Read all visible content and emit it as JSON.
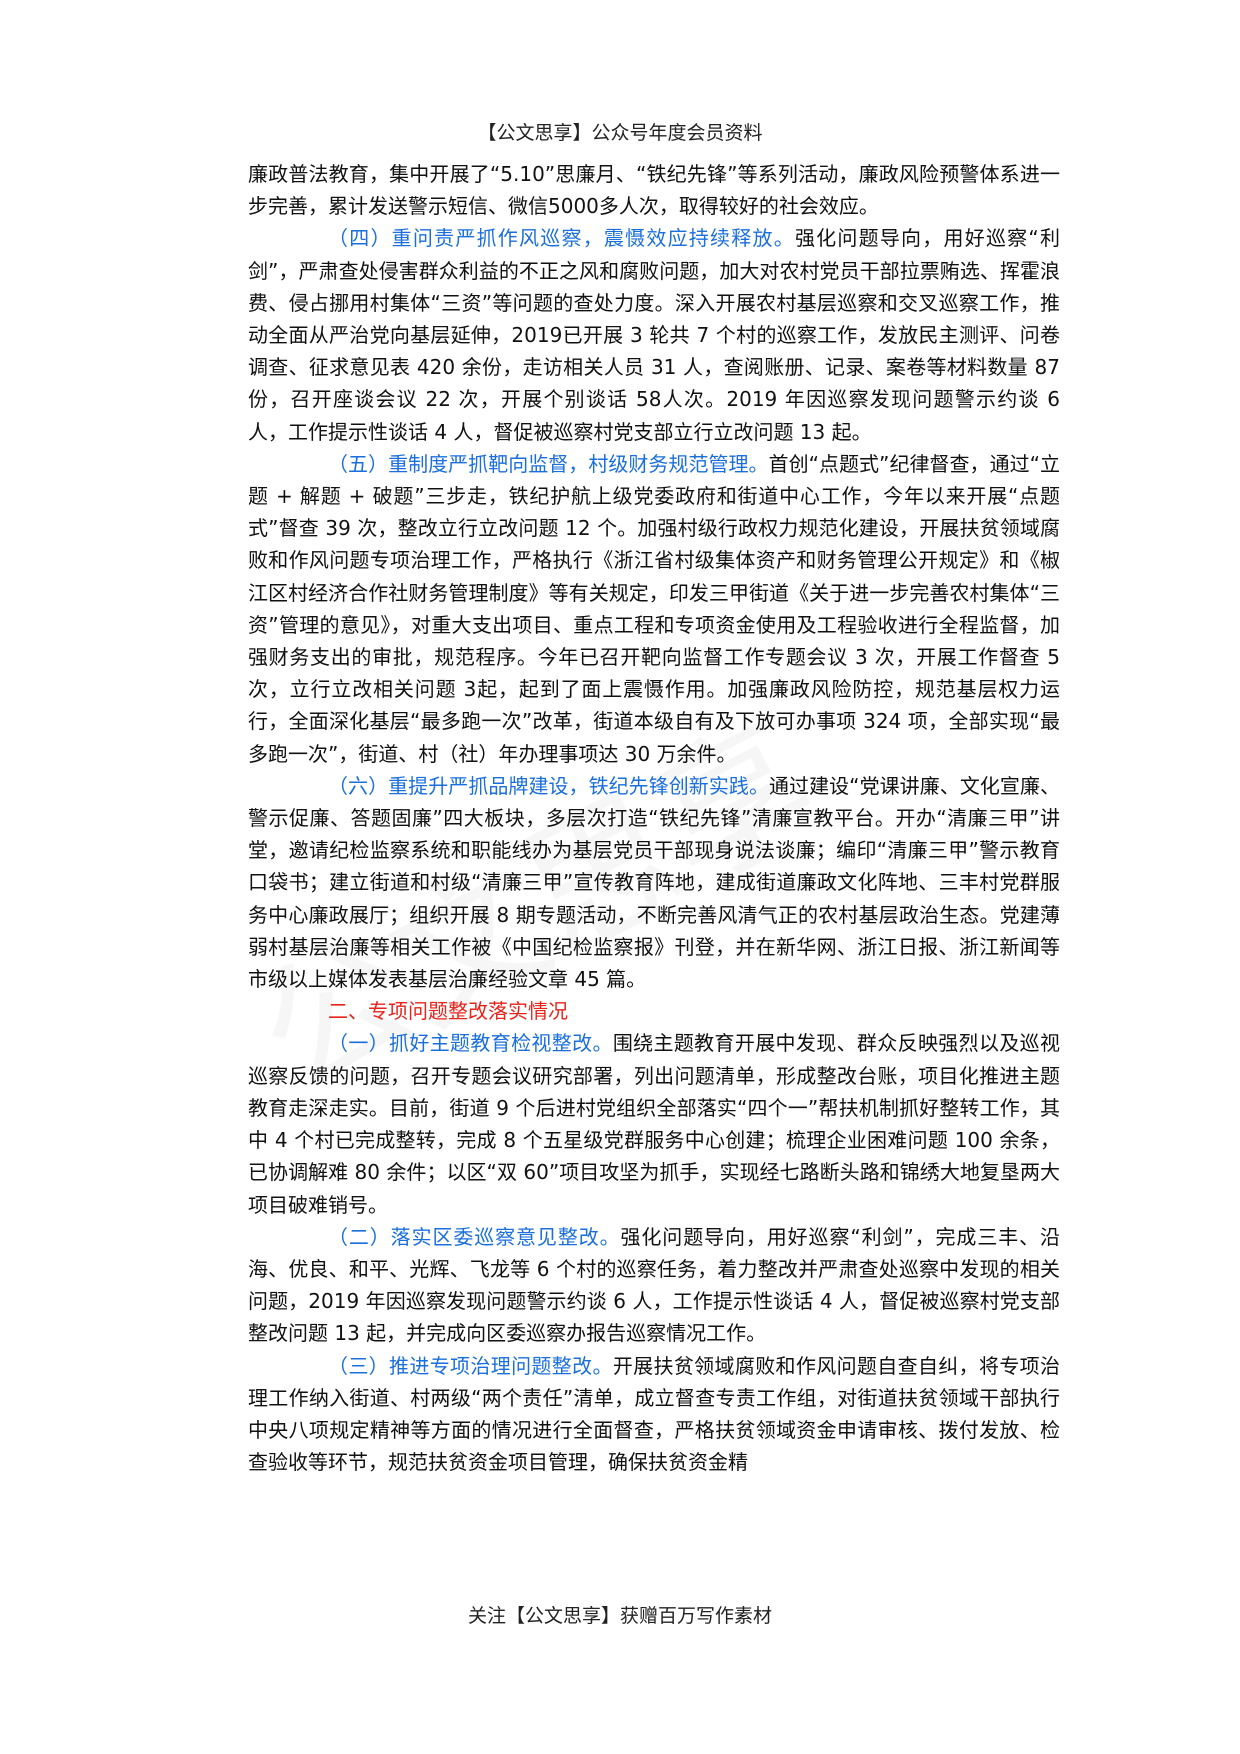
{
  "header": {
    "text": "【公文思享】公众号年度会员资料"
  },
  "watermark": {
    "text": "公文思享"
  },
  "paragraphs": [
    {
      "heading": "",
      "body": "廉政普法教育，集中开展了“5.10”思廉月、“铁纪先锋”等系列活动，廉政风险预警体系进一步完善，累计发送警示短信、微信5000多人次，取得较好的社会效应。"
    },
    {
      "heading": "（四）重问责严抓作风巡察，震慑效应持续释放。",
      "body": "强化问题导向，用好巡察“利剑”，严肃查处侵害群众利益的不正之风和腐败问题，加大对农村党员干部拉票贿选、挥霍浪费、侵占挪用村集体“三资”等问题的查处力度。深入开展农村基层巡察和交叉巡察工作，推动全面从严治党向基层延伸，2019已开展 3 轮共 7 个村的巡察工作，发放民主测评、问卷调查、征求意见表 420 余份，走访相关人员 31 人，查阅账册、记录、案卷等材料数量 87 份，召开座谈会议 22 次，开展个别谈话 58人次。2019 年因巡察发现问题警示约谈 6 人，工作提示性谈话 4 人，督促被巡察村党支部立行立改问题 13 起。"
    },
    {
      "heading": "（五）重制度严抓靶向监督，村级财务规范管理。",
      "body": "首创“点题式”纪律督查，通过“立题 + 解题 + 破题”三步走，铁纪护航上级党委政府和街道中心工作，今年以来开展“点题式”督查 39 次，整改立行立改问题 12 个。加强村级行政权力规范化建设，开展扶贫领域腐败和作风问题专项治理工作，严格执行《浙江省村级集体资产和财务管理公开规定》和《椒江区村经济合作社财务管理制度》等有关规定，印发三甲街道《关于进一步完善农村集体“三资”管理的意见》，对重大支出项目、重点工程和专项资金使用及工程验收进行全程监督，加强财务支出的审批，规范程序。今年已召开靶向监督工作专题会议 3 次，开展工作督查 5 次，立行立改相关问题 3起，起到了面上震慑作用。加强廉政风险防控，规范基层权力运行，全面深化基层“最多跑一次”改革，街道本级自有及下放可办事项 324 项，全部实现“最多跑一次”，街道、村（社）年办理事项达 30 万余件。"
    },
    {
      "heading": "（六）重提升严抓品牌建设，铁纪先锋创新实践。",
      "body": "通过建设“党课讲廉、文化宣廉、警示促廉、答题固廉”四大板块，多层次打造“铁纪先锋”清廉宣教平台。开办“清廉三甲”讲堂，邀请纪检监察系统和职能线办为基层党员干部现身说法谈廉；编印“清廉三甲”警示教育口袋书；建立街道和村级“清廉三甲”宣传教育阵地，建成街道廉政文化阵地、三丰村党群服务中心廉政展厅；组织开展 8 期专题活动，不断完善风清气正的农村基层政治生态。党建薄弱村基层治廉等相关工作被《中国纪检监察报》刊登，并在新华网、浙江日报、浙江新闻等市级以上媒体发表基层治廉经验文章 45 篇。"
    },
    {
      "heading": "二、专项问题整改落实情况",
      "body": ""
    },
    {
      "heading": "（一）抓好主题教育检视整改。",
      "body": "围绕主题教育开展中发现、群众反映强烈以及巡视巡察反馈的问题，召开专题会议研究部署，列出问题清单，形成整改台账，项目化推进主题教育走深走实。目前，街道 9 个后进村党组织全部落实“四个一”帮扶机制抓好整转工作，其中 4 个村已完成整转，完成 8 个五星级党群服务中心创建；梳理企业困难问题 100 余条，已协调解难 80 余件；以区“双 60”项目攻坚为抓手，实现经七路断头路和锦绣大地复垦两大项目破难销号。"
    },
    {
      "heading": "（二）落实区委巡察意见整改。",
      "body": "强化问题导向，用好巡察“利剑”，完成三丰、沿海、优良、和平、光辉、飞龙等 6 个村的巡察任务，着力整改并严肃查处巡察中发现的相关问题，2019 年因巡察发现问题警示约谈 6 人，工作提示性谈话 4 人，督促被巡察村党支部整改问题 13 起，并完成向区委巡察办报告巡察情况工作。"
    },
    {
      "heading": "（三）推进专项治理问题整改。",
      "body": "开展扶贫领域腐败和作风问题自查自纠，将专项治理工作纳入街道、村两级“两个责任”清单，成立督查专责工作组，对街道扶贫领域干部执行中央八项规定精神等方面的情况进行全面督查，严格扶贫领域资金申请审核、拨付发放、检查验收等环节，规范扶贫资金项目管理，确保扶贫资金精"
    }
  ],
  "footer": {
    "text": "关注【公文思享】获赠百万写作素材"
  },
  "colors": {
    "heading_blue": "#1a6fdc",
    "section_red": "#e8231a",
    "body_text": "#111111"
  }
}
